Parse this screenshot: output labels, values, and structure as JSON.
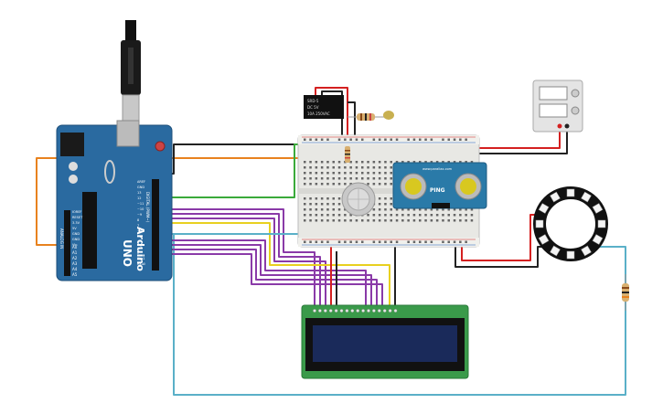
{
  "arduino": {
    "brand_text": "Arduino",
    "model_text": "UNO",
    "digital_label": "DIGITAL (PWM~)",
    "analog_label": "ANALOG IN",
    "power_pin_labels": [
      "IOREF",
      "RESET",
      "3.3V",
      "5V",
      "GND",
      "GND",
      "Vin"
    ],
    "analog_pin_labels": [
      "A0",
      "A1",
      "A2",
      "A3",
      "A4",
      "A5"
    ],
    "digital_pin_labels": [
      "AREF",
      "GND",
      "13",
      "12",
      "~11",
      "~10",
      "~9",
      "8",
      "7",
      "~6",
      "~5",
      "4",
      "~3",
      "2",
      "TX▸1",
      "RX◂0"
    ]
  },
  "ultrasonic_sensor": {
    "name_text": "PING",
    "website_text": "www.parallax.com"
  },
  "relay": {
    "lines": [
      "SRD-5",
      "DC 5V",
      "10A 250VAC"
    ]
  },
  "lcd": {
    "pin_count": 16
  },
  "neopixel_ring": {
    "led_count": 12
  },
  "colors": {
    "board": "#2a6aa0",
    "breadboard": "#e8e8e4",
    "lcd_pcb": "#3a9a4a",
    "lcd_screen": "#1a2a5a",
    "wire_red": "#d42020",
    "wire_black": "#222222",
    "wire_orange": "#e8821e",
    "wire_green": "#3aaa3a",
    "wire_purple": "#8a3aa8",
    "wire_yellow": "#e8d020",
    "wire_teal": "#5ab0c8",
    "wire_gray": "#777777"
  }
}
